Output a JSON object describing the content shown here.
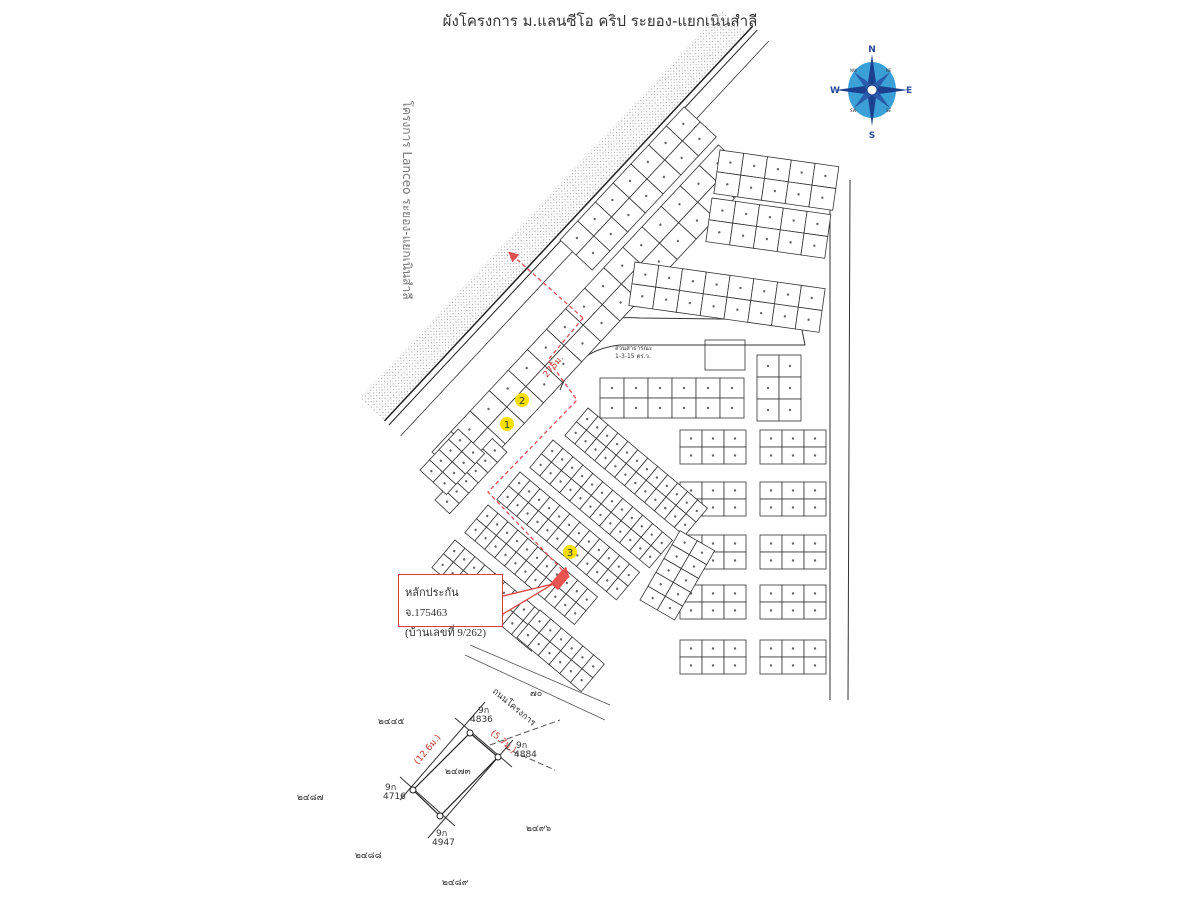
{
  "title": "ผังโครงการ ม.แลนซีโอ คริป ระยอง-แยกเนินสำลี",
  "side_label": "โครงการ Lanceo ระยอง-แยกเนินสำลี",
  "road_label": "275ม.",
  "park_label": [
    "สวนสาธารณะ",
    "1-3-15 ตร.ว."
  ],
  "compass": {
    "n": "N",
    "e": "E",
    "s": "S",
    "w": "W",
    "nw": "NW",
    "ne": "NE",
    "sw": "SW",
    "se": "SE"
  },
  "markers": [
    "1",
    "2",
    "3"
  ],
  "callout": {
    "line1": "หลักประกัน จ.175463",
    "line2": "(บ้านเลขที่ 9/262)"
  },
  "survey": {
    "road": "ถนนโครงการ",
    "top_right": "๗๐",
    "parcel": "๒๔๗๓",
    "length": "(12.6ม.)",
    "width": "(5.7ม.)",
    "pegs": [
      {
        "code": "9ก",
        "num": "4836"
      },
      {
        "code": "9ก",
        "num": "4884"
      },
      {
        "code": "9ก",
        "num": "4716"
      },
      {
        "code": "9ก",
        "num": "4947"
      }
    ],
    "neighbors": [
      "๒๔๔๕",
      "๒๔๘๗",
      "๒๔๙๖",
      "๒๔๘๘",
      "๒๔๘๙"
    ]
  },
  "colors": {
    "route": "#e05050",
    "marker": "#f5e000",
    "compass": "#2f8fd0",
    "callout_border": "#d9413f"
  }
}
